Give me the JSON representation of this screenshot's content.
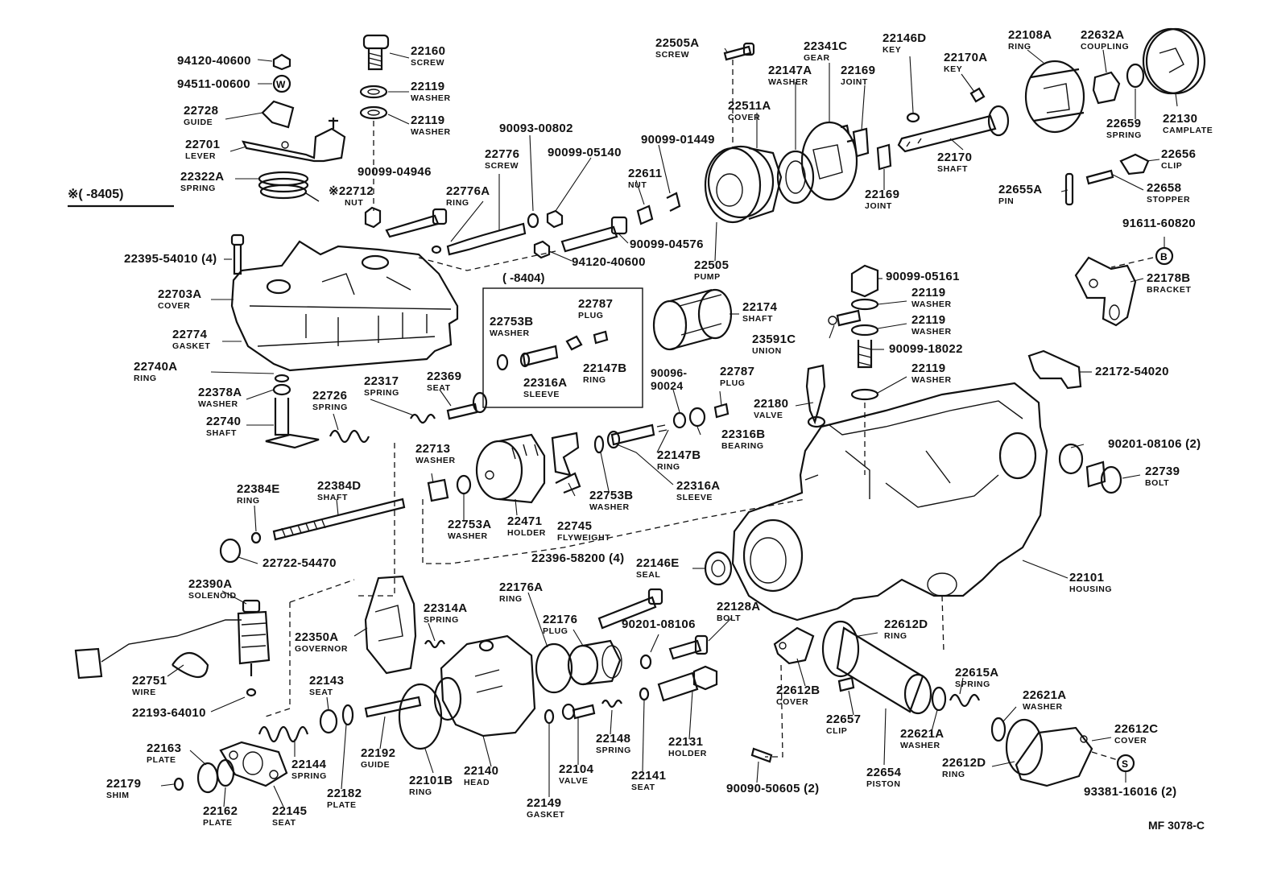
{
  "diagram": {
    "code": "MF 3078-C",
    "markers": {
      "asterisk_range": "※(     -8405)",
      "inset_range": "(     -8404)",
      "asterisk_22712": "※22712"
    },
    "parts": [
      {
        "num": "94120-40600",
        "name": ""
      },
      {
        "num": "94511-00600",
        "name": ""
      },
      {
        "num": "22160",
        "name": "SCREW"
      },
      {
        "num": "22119",
        "name": "WASHER"
      },
      {
        "num": "22119",
        "name": "WASHER"
      },
      {
        "num": "22728",
        "name": "GUIDE"
      },
      {
        "num": "22701",
        "name": "LEVER"
      },
      {
        "num": "22322A",
        "name": "SPRING"
      },
      {
        "num": "90099-04946",
        "name": ""
      },
      {
        "num": "22712",
        "name": "NUT"
      },
      {
        "num": "22395-54010 (4)",
        "name": ""
      },
      {
        "num": "22703A",
        "name": "COVER"
      },
      {
        "num": "22774",
        "name": "GASKET"
      },
      {
        "num": "22740A",
        "name": "RING"
      },
      {
        "num": "22378A",
        "name": "WASHER"
      },
      {
        "num": "22740",
        "name": "SHAFT"
      },
      {
        "num": "22726",
        "name": "SPRING"
      },
      {
        "num": "22317",
        "name": "SPRING"
      },
      {
        "num": "22369",
        "name": "SEAT"
      },
      {
        "num": "22776",
        "name": "SCREW"
      },
      {
        "num": "22776A",
        "name": "RING"
      },
      {
        "num": "90093-00802",
        "name": ""
      },
      {
        "num": "90099-05140",
        "name": ""
      },
      {
        "num": "22611",
        "name": "NUT"
      },
      {
        "num": "90099-04576",
        "name": ""
      },
      {
        "num": "94120-40600",
        "name": ""
      },
      {
        "num": "90099-01449",
        "name": ""
      },
      {
        "num": "22505A",
        "name": "SCREW"
      },
      {
        "num": "22511A",
        "name": "COVER"
      },
      {
        "num": "22147A",
        "name": "WASHER"
      },
      {
        "num": "22341C",
        "name": "GEAR"
      },
      {
        "num": "22169",
        "name": "JOINT"
      },
      {
        "num": "22169",
        "name": "JOINT"
      },
      {
        "num": "22146D",
        "name": "KEY"
      },
      {
        "num": "22170A",
        "name": "KEY"
      },
      {
        "num": "22170",
        "name": "SHAFT"
      },
      {
        "num": "22108A",
        "name": "RING"
      },
      {
        "num": "22632A",
        "name": "COUPLING"
      },
      {
        "num": "22659",
        "name": "SPRING"
      },
      {
        "num": "22130",
        "name": "CAMPLATE"
      },
      {
        "num": "22656",
        "name": "CLIP"
      },
      {
        "num": "22655A",
        "name": "PIN"
      },
      {
        "num": "22658",
        "name": "STOPPER"
      },
      {
        "num": "91611-60820",
        "name": ""
      },
      {
        "num": "22178B",
        "name": "BRACKET"
      },
      {
        "num": "22505",
        "name": "PUMP"
      },
      {
        "num": "22174",
        "name": "SHAFT"
      },
      {
        "num": "90099-05161",
        "name": ""
      },
      {
        "num": "22119",
        "name": "WASHER"
      },
      {
        "num": "22119",
        "name": "WASHER"
      },
      {
        "num": "23591C",
        "name": "UNION"
      },
      {
        "num": "90099-18022",
        "name": ""
      },
      {
        "num": "22119",
        "name": "WASHER"
      },
      {
        "num": "22172-54020",
        "name": ""
      },
      {
        "num": "22753B",
        "name": "WASHER"
      },
      {
        "num": "22787",
        "name": "PLUG"
      },
      {
        "num": "22316A",
        "name": "SLEEVE"
      },
      {
        "num": "22147B",
        "name": "RING"
      },
      {
        "num": "90096-90024",
        "name": ""
      },
      {
        "num": "22787",
        "name": "PLUG"
      },
      {
        "num": "22180",
        "name": "VALVE"
      },
      {
        "num": "22316B",
        "name": "BEARING"
      },
      {
        "num": "22147B",
        "name": "RING"
      },
      {
        "num": "22316A",
        "name": "SLEEVE"
      },
      {
        "num": "22753B",
        "name": "WASHER"
      },
      {
        "num": "22713",
        "name": "WASHER"
      },
      {
        "num": "22753A",
        "name": "WASHER"
      },
      {
        "num": "22471",
        "name": "HOLDER"
      },
      {
        "num": "22745",
        "name": "FLYWEIGHT"
      },
      {
        "num": "22384E",
        "name": "RING"
      },
      {
        "num": "22384D",
        "name": "SHAFT"
      },
      {
        "num": "22722-54470",
        "name": ""
      },
      {
        "num": "90201-08106 (2)",
        "name": ""
      },
      {
        "num": "22739",
        "name": "BOLT"
      },
      {
        "num": "22101",
        "name": "HOUSING"
      },
      {
        "num": "22396-58200 (4)",
        "name": ""
      },
      {
        "num": "22146E",
        "name": "SEAL"
      },
      {
        "num": "22390A",
        "name": "SOLENOID"
      },
      {
        "num": "22176A",
        "name": "RING"
      },
      {
        "num": "22176",
        "name": "PLUG"
      },
      {
        "num": "90201-08106",
        "name": ""
      },
      {
        "num": "22128A",
        "name": "BOLT"
      },
      {
        "num": "22314A",
        "name": "SPRING"
      },
      {
        "num": "22350A",
        "name": "GOVERNOR"
      },
      {
        "num": "22612D",
        "name": "RING"
      },
      {
        "num": "22751",
        "name": "WIRE"
      },
      {
        "num": "22193-64010",
        "name": ""
      },
      {
        "num": "22143",
        "name": "SEAT"
      },
      {
        "num": "22612B",
        "name": "COVER"
      },
      {
        "num": "22615A",
        "name": "SPRING"
      },
      {
        "num": "22621A",
        "name": "WASHER"
      },
      {
        "num": "22657",
        "name": "CLIP"
      },
      {
        "num": "22621A",
        "name": "WASHER"
      },
      {
        "num": "22612C",
        "name": "COVER"
      },
      {
        "num": "22163",
        "name": "PLATE"
      },
      {
        "num": "22192",
        "name": "GUIDE"
      },
      {
        "num": "22148",
        "name": "SPRING"
      },
      {
        "num": "22131",
        "name": "HOLDER"
      },
      {
        "num": "22144",
        "name": "SPRING"
      },
      {
        "num": "22101B",
        "name": "RING"
      },
      {
        "num": "22140",
        "name": "HEAD"
      },
      {
        "num": "22104",
        "name": "VALVE"
      },
      {
        "num": "22612D",
        "name": "RING"
      },
      {
        "num": "22179",
        "name": "SHIM"
      },
      {
        "num": "22141",
        "name": "SEAT"
      },
      {
        "num": "22654",
        "name": "PISTON"
      },
      {
        "num": "22182",
        "name": "PLATE"
      },
      {
        "num": "22162",
        "name": "PLATE"
      },
      {
        "num": "22145",
        "name": "SEAT"
      },
      {
        "num": "22149",
        "name": "GASKET"
      },
      {
        "num": "90090-50605 (2)",
        "name": ""
      },
      {
        "num": "93381-16016 (2)",
        "name": ""
      }
    ]
  }
}
